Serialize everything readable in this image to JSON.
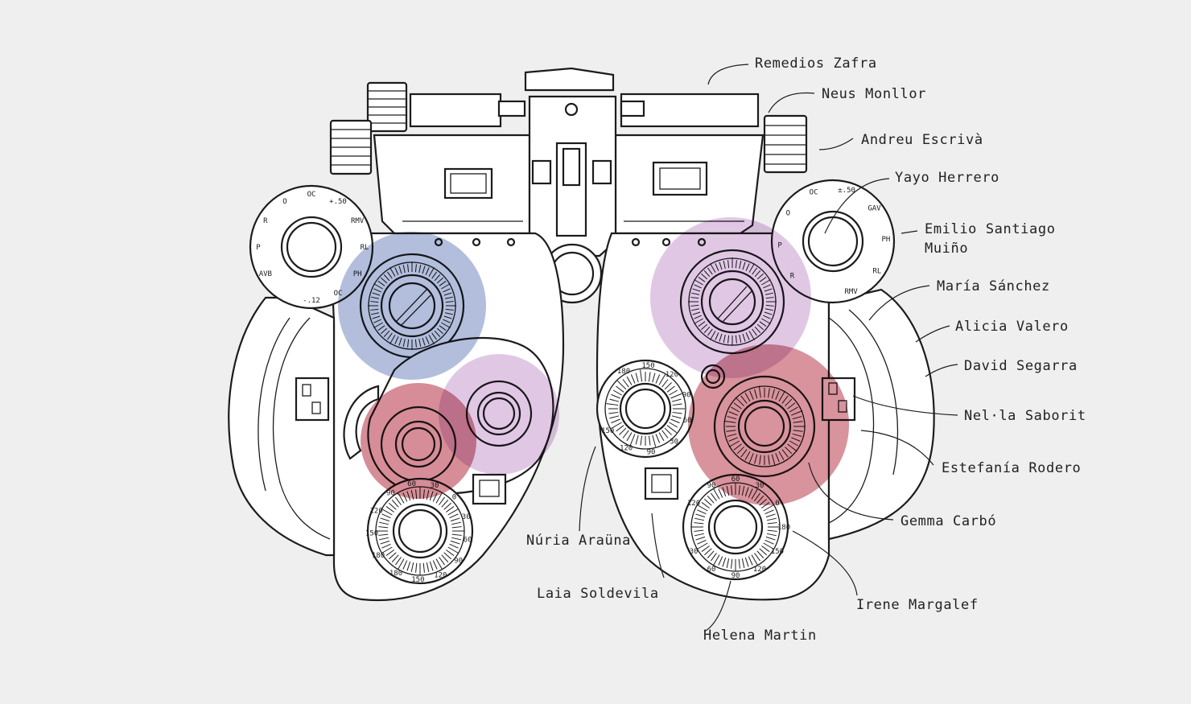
{
  "highlight_colors": {
    "blue": "#7f93c4",
    "violet": "#c79ad0",
    "red": "#c0505f"
  },
  "labels": [
    {
      "id": "remedios",
      "text": "Remedios Zafra"
    },
    {
      "id": "neus",
      "text": "Neus Monllor"
    },
    {
      "id": "andreu",
      "text": "Andreu Escrivà"
    },
    {
      "id": "yayo",
      "text": "Yayo Herrero"
    },
    {
      "id": "emilio",
      "lines": [
        "Emilio Santiago",
        "Muiño"
      ]
    },
    {
      "id": "maria",
      "text": "María Sánchez"
    },
    {
      "id": "alicia",
      "text": "Alicia Valero"
    },
    {
      "id": "david",
      "text": "David Segarra"
    },
    {
      "id": "nella",
      "text": "Nel·la Saborit"
    },
    {
      "id": "estefania",
      "text": "Estefanía Rodero"
    },
    {
      "id": "gemma",
      "text": "Gemma Carbó"
    },
    {
      "id": "irene",
      "text": "Irene Margalef"
    },
    {
      "id": "helena",
      "text": "Helena Martin"
    },
    {
      "id": "laia",
      "text": "Laia Soldevila"
    },
    {
      "id": "nuria",
      "text": "Núria Araüna"
    }
  ],
  "dial_numbers": {
    "lower_left": [
      "180",
      "150",
      "120",
      "90",
      "60",
      "30",
      "0",
      "30",
      "60",
      "90",
      "120",
      "150",
      "180"
    ],
    "lower_right": [
      "120",
      "90",
      "60",
      "30",
      "0",
      "180",
      "150",
      "120",
      "90",
      "60",
      "30"
    ],
    "center": [
      "180",
      "150",
      "120",
      "90",
      "60",
      "30",
      "90",
      "120",
      "150"
    ],
    "top_left": [
      "AVB",
      "P",
      "R",
      "O",
      "OC",
      "+.50",
      "RMV",
      "RL",
      "PH",
      "OC",
      "-.12"
    ],
    "top_right": [
      "R",
      "P",
      "O",
      "OC",
      "±.50",
      "GAV",
      "PH",
      "RL",
      "RMV"
    ]
  }
}
